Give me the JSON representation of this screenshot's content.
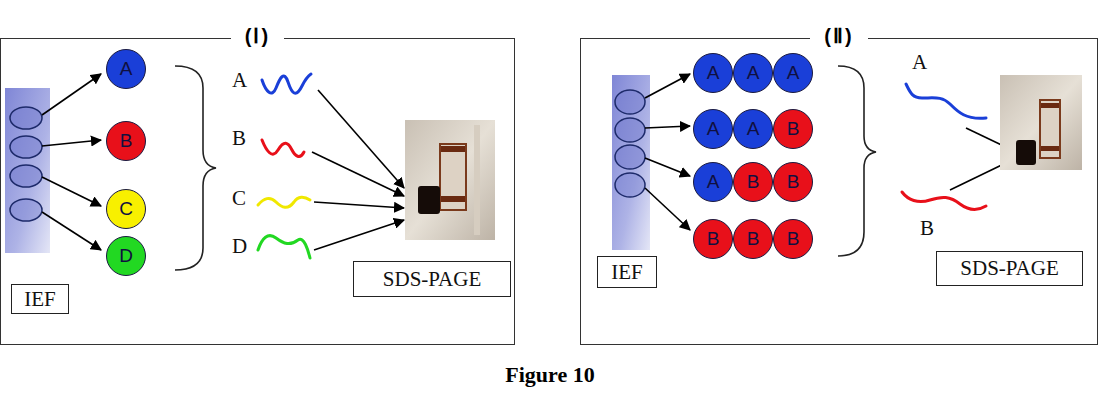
{
  "diagram": {
    "caption": "Figure 10",
    "nodes": [
      {
        "text": [
          "(Ⅰ)"
        ]
      },
      {
        "text": [
          "A"
        ],
        "in": 0
      },
      {
        "text": [
          "B"
        ],
        "in": 0
      },
      {
        "text": [
          "C"
        ],
        "in": 0
      },
      {
        "text": [
          "D"
        ],
        "in": 0
      },
      {
        "text": [
          "IEF"
        ],
        "in": 0
      },
      {
        "text": [
          "SDS-PAGE"
        ],
        "in": 0
      },
      {
        "text": [
          "(Ⅱ)"
        ]
      },
      {
        "text": [
          "A"
        ],
        "in": 7
      },
      {
        "text": [
          "A"
        ],
        "in": 7
      },
      {
        "text": [
          "A"
        ],
        "in": 7
      },
      {
        "text": [
          "A"
        ],
        "in": 7
      },
      {
        "text": [
          "A"
        ],
        "in": 7
      },
      {
        "text": [
          "B"
        ],
        "in": 7
      },
      {
        "text": [
          "A"
        ],
        "in": 7
      },
      {
        "text": [
          "B"
        ],
        "in": 7
      },
      {
        "text": [
          "B"
        ],
        "in": 7
      },
      {
        "text": [
          "B"
        ],
        "in": 7
      },
      {
        "text": [
          "B"
        ],
        "in": 7
      },
      {
        "text": [
          "B"
        ],
        "in": 7
      },
      {
        "text": [
          "IEF"
        ],
        "in": 7
      },
      {
        "text": [
          "SDS-PAGE"
        ],
        "in": 7
      }
    ],
    "labels": [
      "A",
      "B",
      "C",
      "D",
      "A",
      "B"
    ]
  }
}
